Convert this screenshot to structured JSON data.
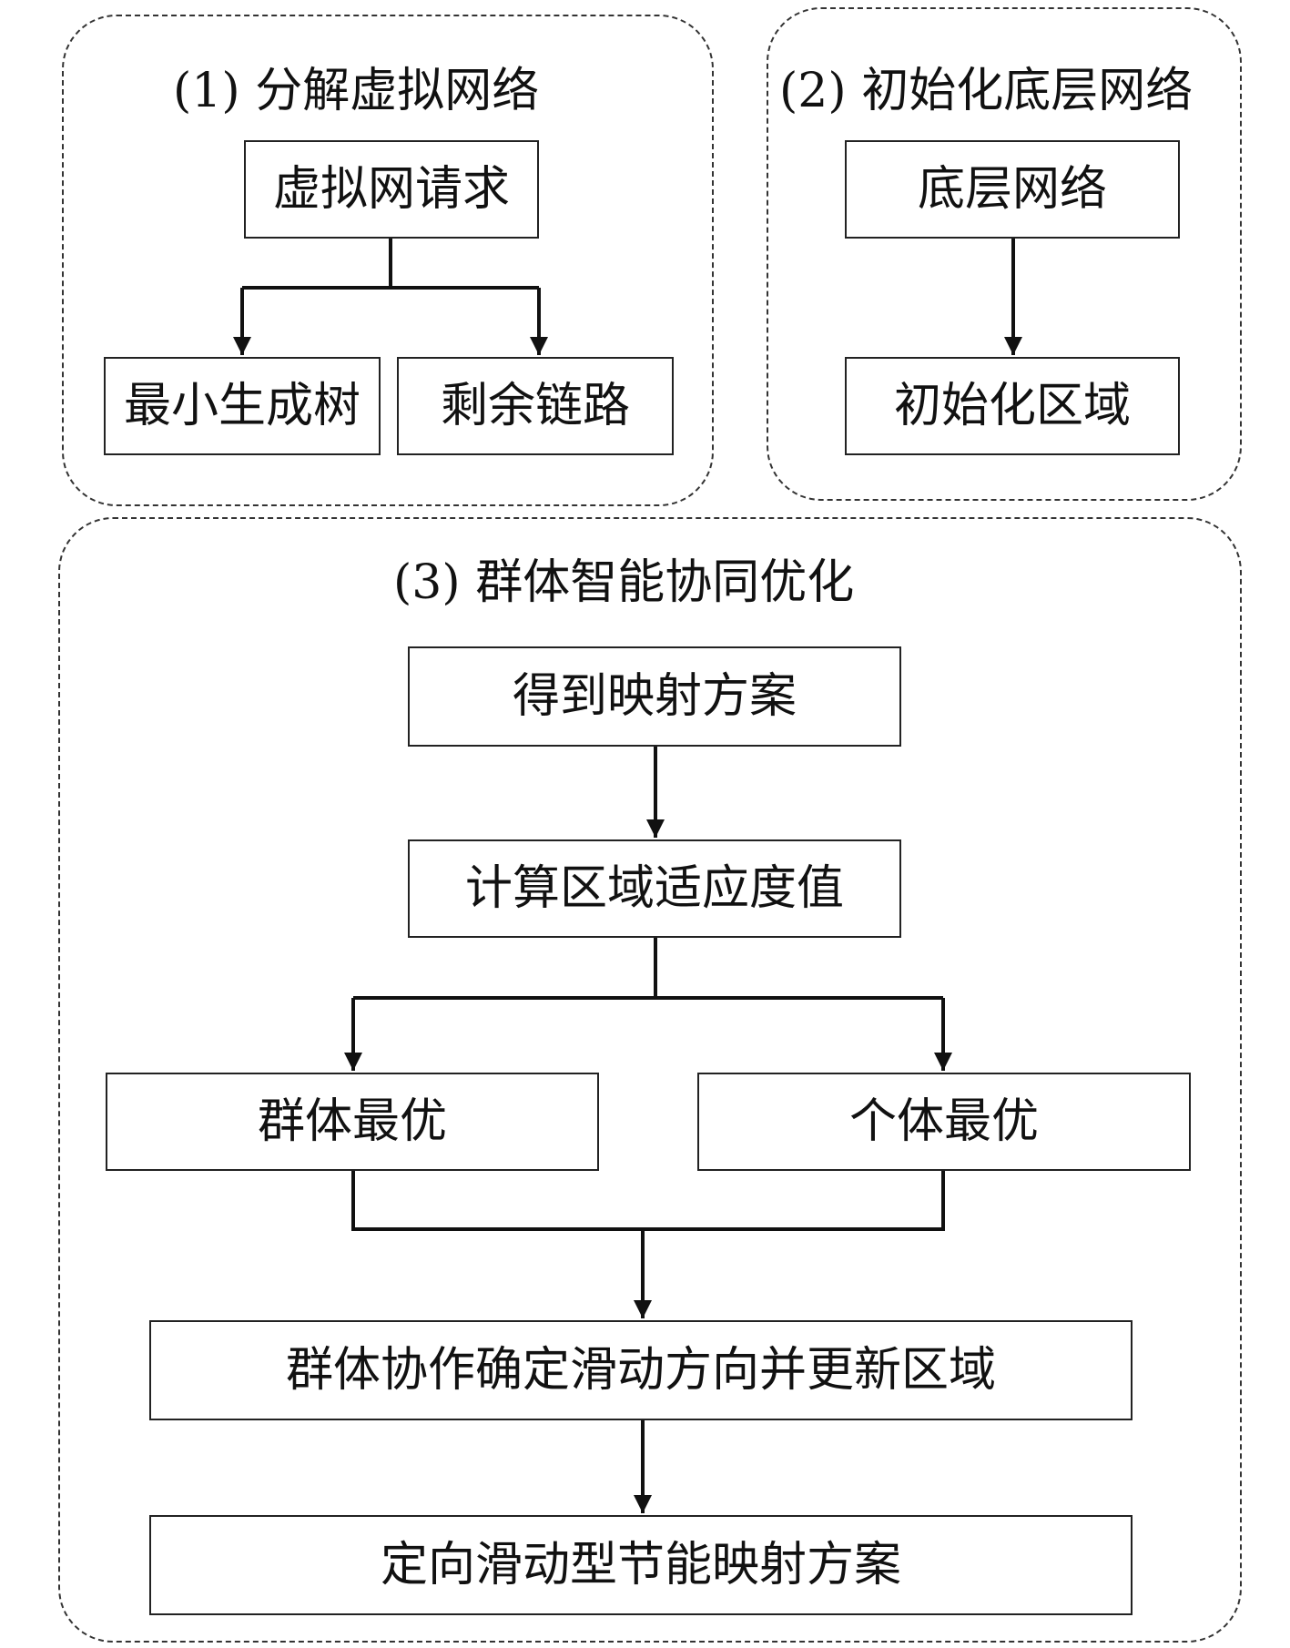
{
  "groups": {
    "g1": {
      "title": "(1) 分解虚拟网络"
    },
    "g2": {
      "title": "(2) 初始化底层网络"
    },
    "g3": {
      "title": "(3) 群体智能协同优化"
    }
  },
  "nodes": {
    "virtual_request": "虚拟网请求",
    "mst": "最小生成树",
    "remaining_links": "剩余链路",
    "substrate_network": "底层网络",
    "init_region": "初始化区域",
    "get_mapping": "得到映射方案",
    "compute_fitness": "计算区域适应度值",
    "group_best": "群体最优",
    "individual_best": "个体最优",
    "cooperate_update": "群体协作确定滑动方向并更新区域",
    "final_scheme": "定向滑动型节能映射方案"
  },
  "colors": {
    "line": "#111111",
    "dash": "#333333"
  }
}
